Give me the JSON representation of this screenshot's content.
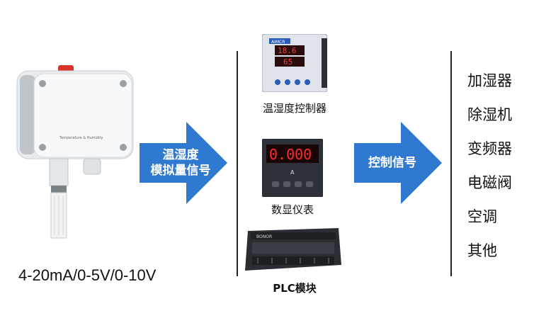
{
  "sensor": {
    "signal_text": "4-20mA/0-5V/0-10V",
    "label": "Temperature & Humidity"
  },
  "arrow1": {
    "line1": "温湿度",
    "line2": "模拟量信号"
  },
  "devices": {
    "controller": {
      "caption": "温湿度控制器",
      "readout_top": "18.6",
      "readout_bottom": "65",
      "brand": "AIMCR"
    },
    "meter": {
      "caption": "数显仪表",
      "readout": "0.000"
    },
    "plc": {
      "caption": "PLC模块",
      "brand": "BONOR"
    }
  },
  "arrow2": {
    "label": "控制信号"
  },
  "outputs": [
    "加湿器",
    "除湿机",
    "变频器",
    "电磁阀",
    "空调",
    "其他"
  ],
  "colors": {
    "arrow": "#2f7ad0",
    "divider": "#222222"
  }
}
